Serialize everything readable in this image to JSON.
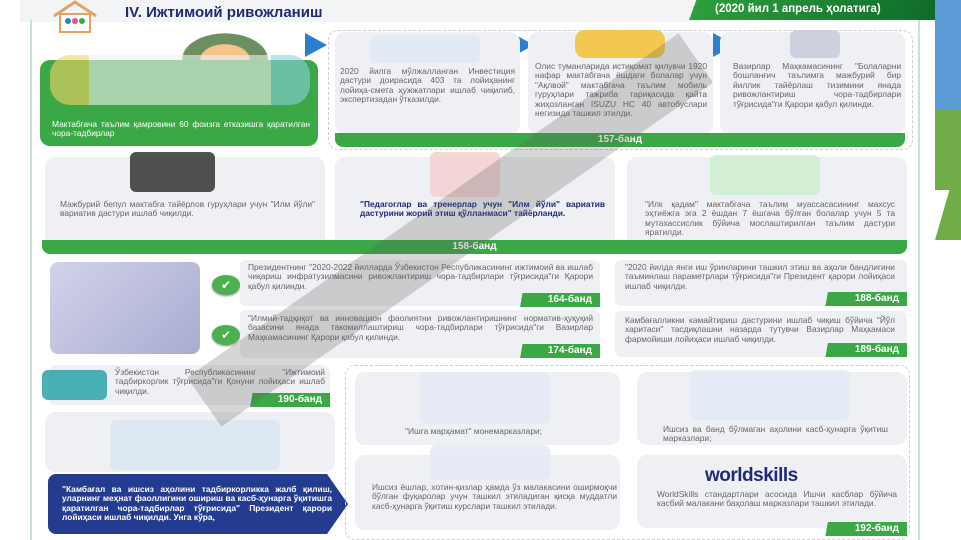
{
  "header": {
    "title": "IV. Ижтимоий ривожланиш",
    "date": "(2020 йил 1 апрель ҳолатига)"
  },
  "row1": {
    "hero": "Мактабгача таълим қамровини 60 фоизга етказишга қаратилган чора-тадбирлар",
    "items": [
      "2020 йилга мўлжалланган Инвестиция дастури доирасида 403 та лойиҳанинг лойиҳа-смета ҳужжатлари ишлаб чиқилиб, экспертизадан ўтказилди.",
      "Олис туманларида истиқомат қилувчи 1920 нафар мактабгача ёшдаги болалар учун \"Ақлвой\" мактабгача таълим мобиль гуруҳлари тажриба тариқасида қайта жиҳозланган ISUZU HC 40 автобуслари негизида ташкил этилди.",
      "Вазирлар Маҳкамасининг \"Болаларни бошланғич таълимга мажбурий бир йиллик тайёрлаш тизимини янада ривожлантириш чора-тадбирлари тўғрисида\"ги Қарори қабул қилинди."
    ],
    "band": "157-банд"
  },
  "row2": {
    "items": [
      "Мажбурий бепул мактабга тайёрлов гуруҳлари учун \"Илм йўли\" вариатив дастури ишлаб чиқилди.",
      "\"Педагоглар ва тренерлар учун \"Илм йўли\" вариатив дастурини жорий этиш қўлланмаси\" тайёрланди.",
      "\"Илк қадам\" мактабгача таълим муассасасининг махсус эҳтиёжга эга 2 ёшдан 7 ёшгача бўлган болалар учун 5 та мутахассислик бўйича мослаштирилган таълим дастури яратилди."
    ],
    "band": "158-банд"
  },
  "row3": {
    "items": [
      {
        "text": "Президентнинг \"2020-2022 йилларда Ўзбекистон Республикасининг ижтимоий ва ишлаб чиқариш инфратузилмасини ривожлантириш чора-тадбирлари тўғрисида\"ги Қарори қабул қилинди.",
        "band": "164-банд"
      },
      {
        "text": "\"Илмий-тадқиқот ва инновацион фаолиятни ривожлантиришнинг норматив-ҳуқуқий базасини янада такомиллаштириш чора-тадбирлари тўғрисида\"ги Вазирлар Маҳкамасининг Қарори қабул қилинди.",
        "band": "174-банд"
      },
      {
        "text": "\"2020 йилда янги иш ўринларини ташкил этиш ва аҳоли бандлигини таъминлаш параметрлари тўғрисида\"ги Президент қарори лойиҳаси ишлаб чиқилди.",
        "band": "188-банд"
      },
      {
        "text": "Камбағалликни камайтириш дастурини ишлаб чиқиш бўйича \"Йўл харитаси\" тасдиқлашни назарда тутувчи Вазирлар Маҳкамаси фармойиши лойиҳаси ишлаб чиқилди.",
        "band": "189-банд"
      }
    ]
  },
  "row4": {
    "law": {
      "text": "Ўзбекистон Республикасининг \"Ижтимоий тадбиркорлик тўғрисида\"ги Қонуни лойиҳаси ишлаб чиқилди.",
      "band": "190-банд"
    },
    "decree": "\"Камбағал ва ишсиз аҳолини тадбиркорликка жалб қилиш, уларнинг меҳнат фаоллигини ошириш ва касб-ҳунарга ўқитишга қаратилган чора-тадбирлар тўғрисида\" Президент қарори лойиҳаси ишлаб чиқилди. Унга кўра,",
    "items": [
      "\"Ишга марҳамат\" монемарказлари;",
      "Ишсиз ва банд бўлмаган аҳолини касб-ҳунарга ўқитиш марказлари;",
      "Ишсиз ёшлар, хотин-қизлар ҳамда ўз малакасини оширмоқчи бўлган фуқаролар учун ташкил этиладиган қисқа муддатли касб-ҳунарга ўқитиш курслари ташкил этилади.",
      "WorldSkills стандартлари асосида Ишчи касблар бўйича касбий малакани баҳолаш марказлари ташкил этилади."
    ],
    "worldskills_logo": "worldskills",
    "band": "192-банд"
  },
  "colors": {
    "green": "#3aa845",
    "navy": "#1d2a7a",
    "blue": "#2a7fd0",
    "dark_green": "#0f6b2a"
  }
}
